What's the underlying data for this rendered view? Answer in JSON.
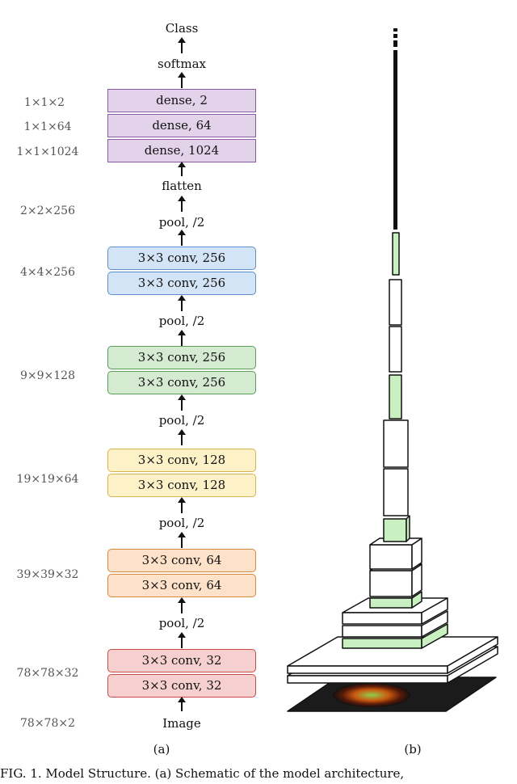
{
  "left": {
    "class_label": "Class",
    "softmax": "softmax",
    "flatten": "flatten",
    "pool": "pool, /2",
    "image": "Image",
    "dense": [
      "dense, 2",
      "dense, 64",
      "dense, 1024"
    ],
    "conv256a": "3×3 conv, 256",
    "conv256b": "3×3 conv, 256",
    "conv256c": "3×3 conv, 256",
    "conv256d": "3×3 conv, 256",
    "conv128a": "3×3 conv, 128",
    "conv128b": "3×3 conv, 128",
    "conv64a": "3×3 conv, 64",
    "conv64b": "3×3 conv, 64",
    "conv32a": "3×3 conv, 32",
    "conv32b": "3×3 conv, 32"
  },
  "shapes": [
    "1×1×2",
    "1×1×64",
    "1×1×1024",
    "2×2×256",
    "4×4×256",
    "9×9×128",
    "19×19×64",
    "39×39×32",
    "78×78×32",
    "78×78×2"
  ],
  "sublabels": [
    "(a)",
    "(b)"
  ],
  "caption": "FIG. 1.  Model Structure.  (a) Schematic of the model architecture,",
  "colors": {
    "dense": "#e3d3ea",
    "conv256": "#d4e4f7",
    "conv256_green": "#d4ead1",
    "conv128": "#fdf1c8",
    "conv64": "#fde1c8",
    "conv32": "#f6cfcf",
    "highlight": "#c8f0c0"
  }
}
